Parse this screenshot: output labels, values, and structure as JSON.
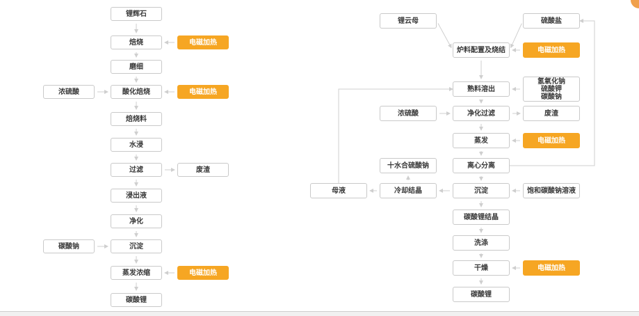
{
  "diagram": {
    "nodes": [
      {
        "id": "l_ore",
        "label": "锂辉石"
      },
      {
        "id": "l_roast",
        "label": "焙烧"
      },
      {
        "id": "l_heat1",
        "label": "电磁加热"
      },
      {
        "id": "l_grind",
        "label": "磨细"
      },
      {
        "id": "l_h2so4",
        "label": "浓硫酸"
      },
      {
        "id": "l_acidroast",
        "label": "酸化焙烧"
      },
      {
        "id": "l_heat2",
        "label": "电磁加热"
      },
      {
        "id": "l_roastmat",
        "label": "焙烧料"
      },
      {
        "id": "l_leach",
        "label": "水浸"
      },
      {
        "id": "l_filter",
        "label": "过滤"
      },
      {
        "id": "l_residue",
        "label": "废渣"
      },
      {
        "id": "l_leachate",
        "label": "浸出液"
      },
      {
        "id": "l_purify",
        "label": "净化"
      },
      {
        "id": "l_na2co3",
        "label": "碳酸钠"
      },
      {
        "id": "l_precip",
        "label": "沉淀"
      },
      {
        "id": "l_evap",
        "label": "蒸发浓缩"
      },
      {
        "id": "l_heat3",
        "label": "电磁加热"
      },
      {
        "id": "l_li2co3",
        "label": "碳酸锂"
      },
      {
        "id": "r_mica",
        "label": "锂云母"
      },
      {
        "id": "r_sulfate",
        "label": "硫酸盐"
      },
      {
        "id": "r_charge",
        "label": "炉料配置及烧结"
      },
      {
        "id": "r_heat1",
        "label": "电磁加热"
      },
      {
        "id": "r_dissolve",
        "label": "熟料溶出"
      },
      {
        "id": "r_byprod",
        "label": "氢氧化钠\n硫酸钾\n碳酸钠"
      },
      {
        "id": "r_h2so4",
        "label": "浓硫酸"
      },
      {
        "id": "r_filter",
        "label": "净化过滤"
      },
      {
        "id": "r_residue",
        "label": "废渣"
      },
      {
        "id": "r_evap",
        "label": "蒸发"
      },
      {
        "id": "r_heat2",
        "label": "电磁加热"
      },
      {
        "id": "r_naso4",
        "label": "十水合硫酸钠"
      },
      {
        "id": "r_centri",
        "label": "离心分离"
      },
      {
        "id": "r_mother",
        "label": "母液"
      },
      {
        "id": "r_cool",
        "label": "冷却结晶"
      },
      {
        "id": "r_precip",
        "label": "沉淀"
      },
      {
        "id": "r_satna",
        "label": "饱和碳酸钠溶液"
      },
      {
        "id": "r_crystal",
        "label": "碳酸锂结晶"
      },
      {
        "id": "r_wash",
        "label": "洗涤"
      },
      {
        "id": "r_dry",
        "label": "干燥"
      },
      {
        "id": "r_heat3",
        "label": "电磁加热"
      },
      {
        "id": "r_li2co3",
        "label": "碳酸锂"
      }
    ],
    "edges": [
      {
        "from": "l_ore",
        "to": "l_roast"
      },
      {
        "from": "l_heat1",
        "to": "l_roast"
      },
      {
        "from": "l_roast",
        "to": "l_grind"
      },
      {
        "from": "l_grind",
        "to": "l_acidroast"
      },
      {
        "from": "l_h2so4",
        "to": "l_acidroast"
      },
      {
        "from": "l_heat2",
        "to": "l_acidroast"
      },
      {
        "from": "l_acidroast",
        "to": "l_roastmat"
      },
      {
        "from": "l_roastmat",
        "to": "l_leach"
      },
      {
        "from": "l_leach",
        "to": "l_filter"
      },
      {
        "from": "l_filter",
        "to": "l_residue"
      },
      {
        "from": "l_filter",
        "to": "l_leachate"
      },
      {
        "from": "l_leachate",
        "to": "l_purify"
      },
      {
        "from": "l_purify",
        "to": "l_precip"
      },
      {
        "from": "l_na2co3",
        "to": "l_precip"
      },
      {
        "from": "l_precip",
        "to": "l_evap"
      },
      {
        "from": "l_heat3",
        "to": "l_evap"
      },
      {
        "from": "l_evap",
        "to": "l_li2co3"
      },
      {
        "from": "r_mica",
        "to": "r_charge"
      },
      {
        "from": "r_sulfate",
        "to": "r_charge"
      },
      {
        "from": "r_heat1",
        "to": "r_charge"
      },
      {
        "from": "r_charge",
        "to": "r_dissolve"
      },
      {
        "from": "r_byprod",
        "to": "r_dissolve"
      },
      {
        "from": "r_dissolve",
        "to": "r_filter"
      },
      {
        "from": "r_h2so4",
        "to": "r_filter"
      },
      {
        "from": "r_filter",
        "to": "r_residue"
      },
      {
        "from": "r_filter",
        "to": "r_evap"
      },
      {
        "from": "r_heat2",
        "to": "r_evap"
      },
      {
        "from": "r_evap",
        "to": "r_centri"
      },
      {
        "from": "r_centri",
        "to": "r_sulfate"
      },
      {
        "from": "r_centri",
        "to": "r_precip"
      },
      {
        "from": "r_satna",
        "to": "r_precip"
      },
      {
        "from": "r_precip",
        "to": "r_cool"
      },
      {
        "from": "r_cool",
        "to": "r_naso4"
      },
      {
        "from": "r_cool",
        "to": "r_mother"
      },
      {
        "from": "r_mother",
        "to": "r_dissolve"
      },
      {
        "from": "r_precip",
        "to": "r_crystal"
      },
      {
        "from": "r_crystal",
        "to": "r_wash"
      },
      {
        "from": "r_wash",
        "to": "r_dry"
      },
      {
        "from": "r_heat3",
        "to": "r_dry"
      },
      {
        "from": "r_dry",
        "to": "r_li2co3"
      }
    ]
  },
  "colors": {
    "heat_fill": "#f6a623",
    "node_border": "#c9c9c9",
    "edge": "#cfcfcf",
    "text": "#3a3a3a"
  }
}
